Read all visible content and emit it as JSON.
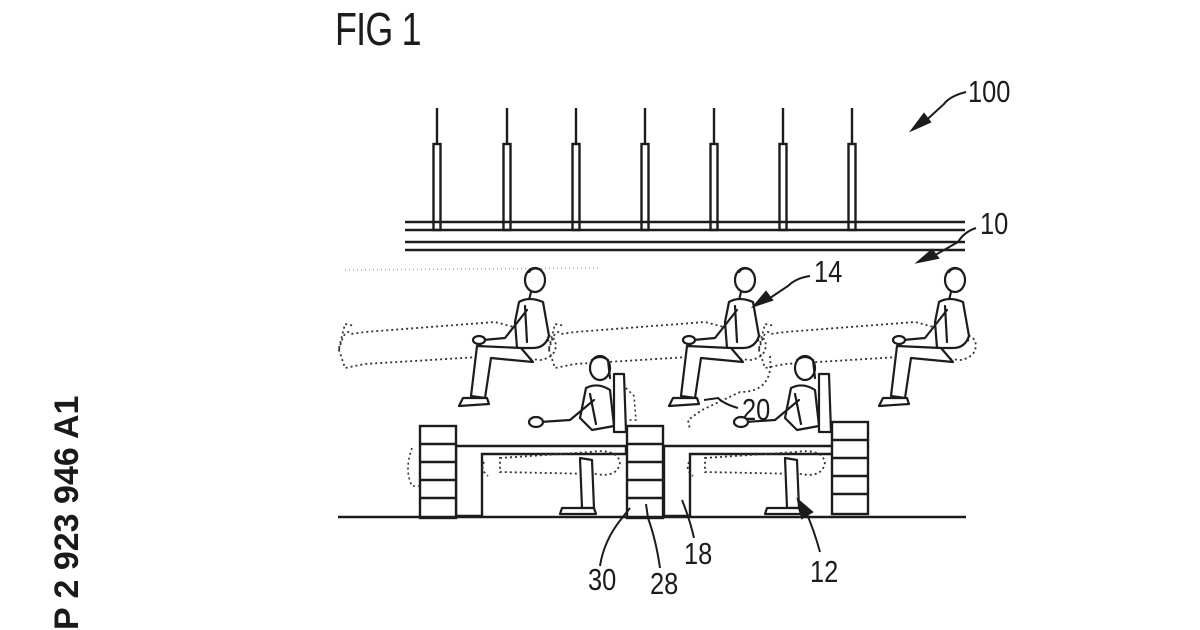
{
  "figure": {
    "title": "FIG 1",
    "document_number": "P 2 923 946 A1"
  },
  "reference_numerals": {
    "aircraft": "100",
    "ceiling": "10",
    "upper_seat": "14",
    "leg_space": "20",
    "lower_seat": "12",
    "divider": "18",
    "storage": "28",
    "cabinet": "30"
  },
  "colors": {
    "line": "#1c1c1c",
    "dotted": "#333333",
    "background": "#ffffff"
  }
}
